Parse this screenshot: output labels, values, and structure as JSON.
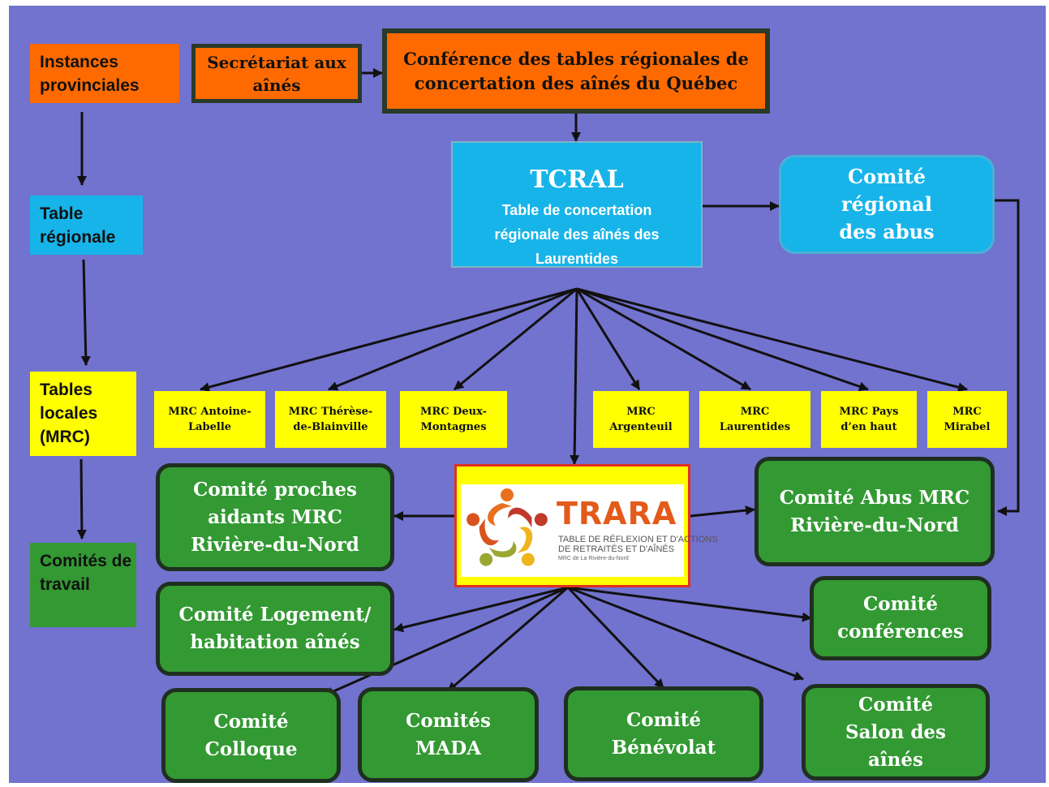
{
  "legend": {
    "provincial": "Instances provinciales",
    "regional": "Table régionale",
    "local": "Tables locales (MRC)",
    "work": "Comités de travail"
  },
  "secretariat": "Secrétariat aux aînés",
  "conference": "Conférence des tables régionales de concertation des aînés du Québec",
  "tcral": {
    "title": "TCRAL",
    "subtitle": "Table de concertation régionale des aînés des Laurentides"
  },
  "regional_abuse": "Comité régional des abus",
  "mrc": [
    "MRC Antoine-Labelle",
    "MRC Thérèse-de-Blainville",
    "MRC Deux-Montagnes",
    "MRC Argenteuil",
    "MRC Laurentides",
    "MRC Pays d’en haut",
    "MRC Mirabel"
  ],
  "trara": {
    "name": "TRARA",
    "tagline1": "TABLE DE RÉFLEXION ET D'ACTIONS",
    "tagline2": "DE RETRAITÉS ET D'AÎNÉS",
    "tagline3": "MRC de La Rivière-du-Nord"
  },
  "committees": {
    "caregivers": "Comité proches aidants MRC Rivière-du-Nord",
    "abuse_mrc": "Comité Abus MRC Rivière-du-Nord",
    "housing": "Comité Logement/ habitation aînés",
    "conferences": "Comité conférences",
    "colloque": "Comité Colloque",
    "mada": "Comités MADA",
    "volunteer": "Comité Bénévolat",
    "fair": "Comité Salon des aînés"
  },
  "colors": {
    "background": "#7272cf",
    "provincial": "#ff6a00",
    "regional": "#17b4ea",
    "local": "#ffff00",
    "work": "#339933"
  }
}
